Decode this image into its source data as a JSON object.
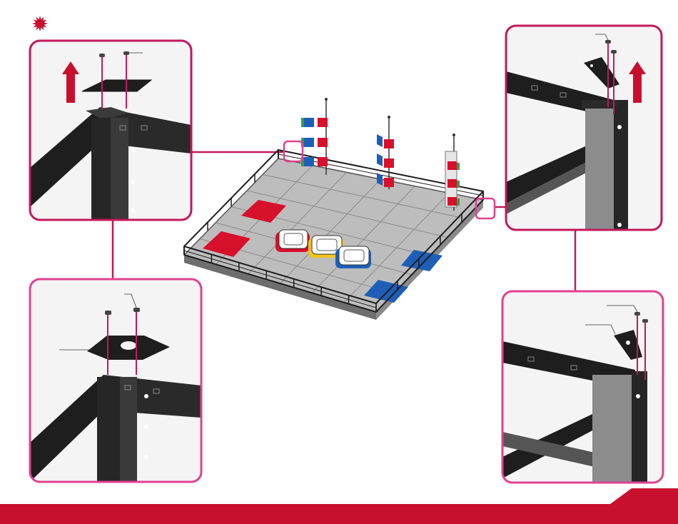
{
  "colors": {
    "accent_red": "#c8102e",
    "magenta": "#c2185b",
    "pink": "#e0428f",
    "frame_black": "#1e1e1e",
    "tile_gray": "#b4b4b4",
    "tile_line": "#8a8a8a",
    "team_red": "#d7102b",
    "team_blue": "#1d5fb8",
    "yellow": "#f3c51b",
    "flag_green": "#2e9e4a"
  },
  "icons": {
    "step_marker": "starburst-icon",
    "direction": "up-arrow-icon"
  },
  "callouts": [
    {
      "id": "top-left",
      "has_arrow": true,
      "plate": "small-triangle"
    },
    {
      "id": "bottom-left",
      "has_arrow": false,
      "plate": "large-plate"
    },
    {
      "id": "top-right",
      "has_arrow": true,
      "plate": "small-triangle"
    },
    {
      "id": "bottom-right",
      "has_arrow": false,
      "plate": "small-triangle"
    }
  ]
}
